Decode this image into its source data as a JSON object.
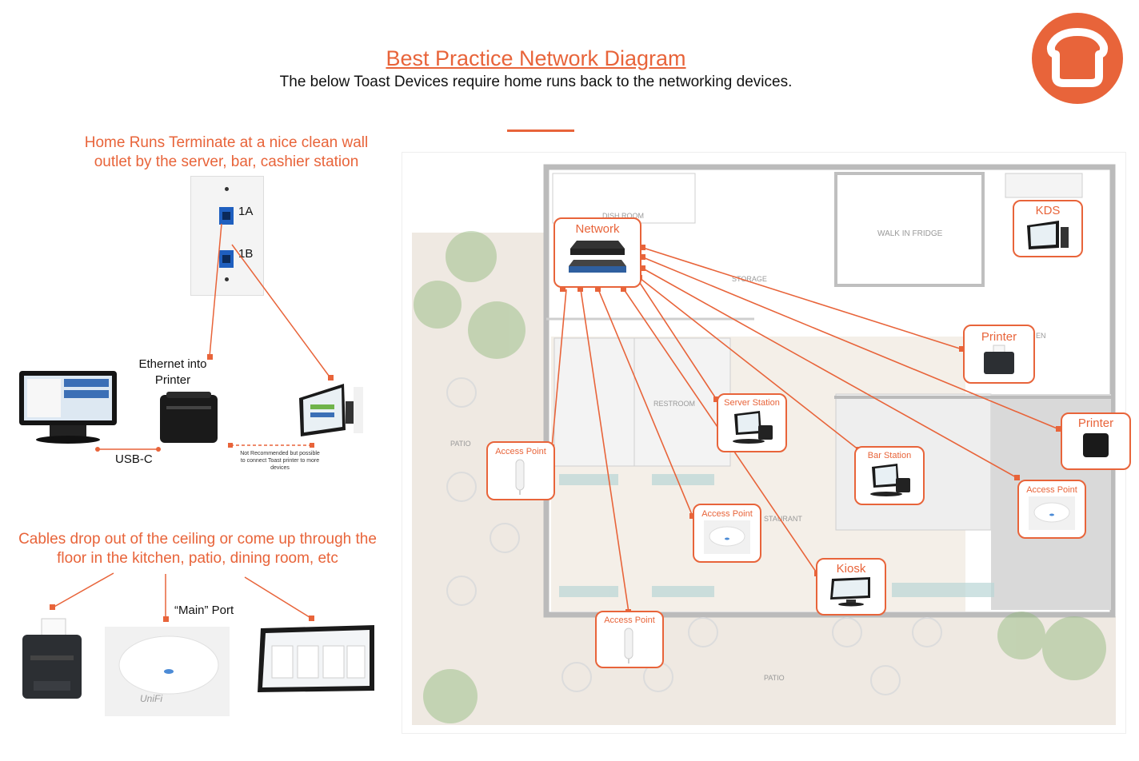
{
  "header": {
    "title": "Best Practice Network Diagram",
    "subtitle": "The below Toast Devices require home runs back to the networking devices."
  },
  "left_top": {
    "note": "Home Runs Terminate at a nice clean wall outlet by the server, bar, cashier station",
    "port_a": "1A",
    "port_b": "1B",
    "ethernet_label": "Ethernet into Printer",
    "usb_label": "USB-C",
    "small_note": "Not Recommended but possible to connect Toast printer to more devices"
  },
  "left_bottom": {
    "note": "Cables drop out of the ceiling or come up through the floor in the kitchen, patio, dining room, etc",
    "main_port_label": "“Main” Port"
  },
  "floorplan": {
    "rooms": {
      "dish_room": "DISH ROOM",
      "walk_in": "WALK IN FRIDGE",
      "storage": "STORAGE",
      "restroom": "RESTROOM",
      "restaurant": "STAURANT",
      "patio_left": "PATIO",
      "patio_bottom": "PATIO",
      "kitchen_frag": "EN"
    },
    "cards": {
      "network": "Network",
      "kds": "KDS",
      "printer_1": "Printer",
      "printer_2": "Printer",
      "server_station": "Server Station",
      "bar_station": "Bar Station",
      "ap_1": "Access Point",
      "ap_2": "Access Point",
      "ap_3": "Access Point",
      "ap_4": "Access Point",
      "kiosk": "Kiosk"
    }
  },
  "colors": {
    "accent": "#e8643a",
    "ink": "#111111"
  }
}
